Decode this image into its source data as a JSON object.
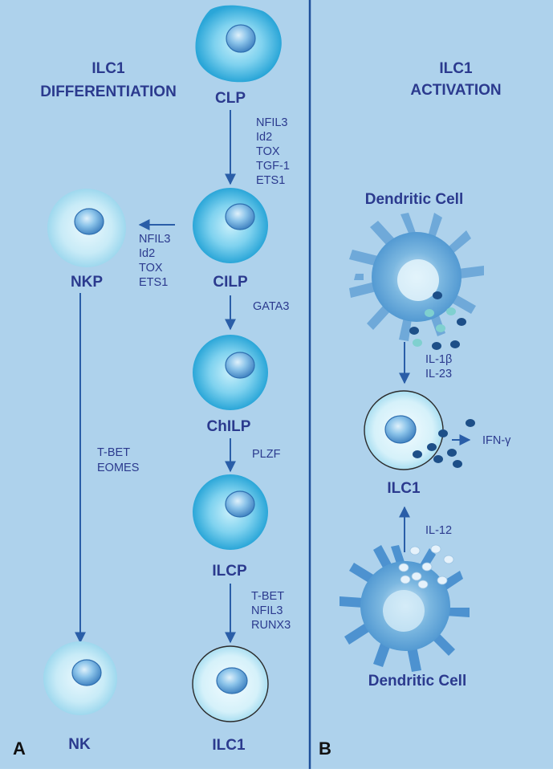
{
  "panel_a": {
    "letter": "A",
    "title_line1": "ILC1",
    "title_line2": "DIFFERENTIATION",
    "cells": {
      "clp": "CLP",
      "cilp": "CILP",
      "nkp": "NKP",
      "chilp": "ChILP",
      "ilcp": "ILCP",
      "nk": "NK",
      "ilc1": "ILC1"
    },
    "factors": {
      "clp_to_cilp": [
        "NFIL3",
        "Id2",
        "TOX",
        "TGF-1",
        "ETS1"
      ],
      "cilp_to_nkp": [
        "NFIL3",
        "Id2",
        "TOX",
        "ETS1"
      ],
      "cilp_to_chilp": [
        "GATA3"
      ],
      "chilp_to_ilcp": [
        "PLZF"
      ],
      "ilcp_to_ilc1": [
        "T-BET",
        "NFIL3",
        "RUNX3"
      ],
      "nkp_to_nk": [
        "T-BET",
        "EOMES"
      ]
    }
  },
  "panel_b": {
    "letter": "B",
    "title_line1": "ILC1",
    "title_line2": "ACTIVATION",
    "dendritic_cell_top": "Dendritic Cell",
    "dendritic_cell_bottom": "Dendritic Cell",
    "ilc1_label": "ILC1",
    "cytokines_top": [
      "IL-1β",
      "IL-23"
    ],
    "cytokine_bottom": "IL-12",
    "output": "IFN-γ"
  },
  "colors": {
    "background": "#aed2ec",
    "text": "#2b3a8e",
    "arrow": "#2a5ea8",
    "divider": "#1f4f9a",
    "dark_granule": "#1d4f88",
    "teal_granule": "#7fd0cf",
    "white_granule": "#e6f2fb"
  }
}
